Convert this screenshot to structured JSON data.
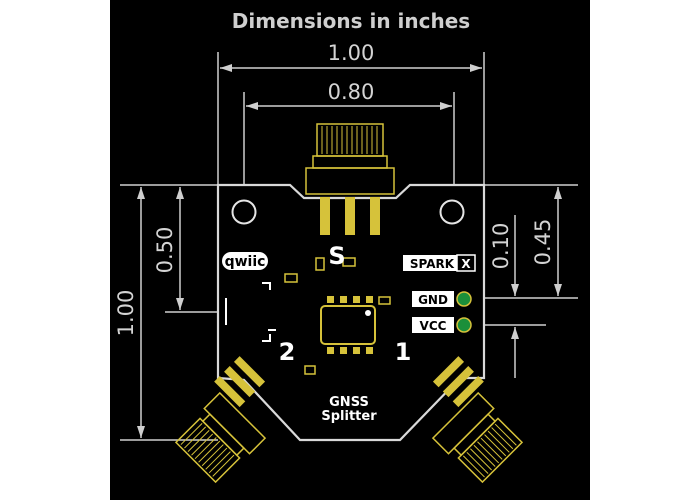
{
  "title": "Dimensions in inches",
  "dimensions": {
    "width_outer": "1.00",
    "width_inner": "0.80",
    "height_left": "1.00",
    "height_mid": "0.50",
    "right_small": "0.10",
    "right_large": "0.45"
  },
  "board": {
    "name_line1": "GNSS",
    "name_line2": "Splitter",
    "brand": "SPARK",
    "brand_mark": "X",
    "qwiic": "qwiic",
    "port_s": "S",
    "port_1": "1",
    "port_2": "2",
    "pin_gnd": "GND",
    "pin_vcc": "VCC"
  },
  "colors": {
    "panel": "#000000",
    "board": "#000000",
    "outline": "#d9d9d9",
    "dimension": "#cfcfcf",
    "gold": "#d6c23a",
    "pad_green": "#1b8f3a"
  }
}
